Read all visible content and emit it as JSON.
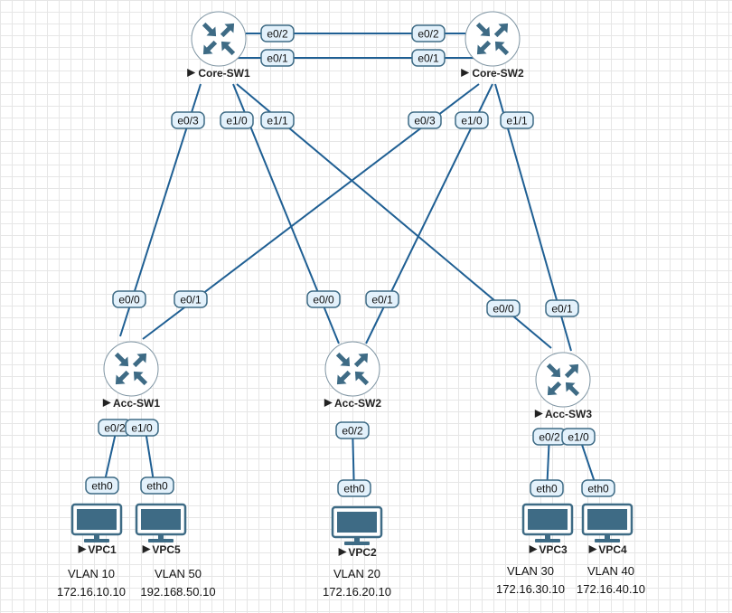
{
  "nodes": [
    {
      "name": "Core-SW1",
      "type": "router"
    },
    {
      "name": "Core-SW2",
      "type": "router"
    },
    {
      "name": "Acc-SW1",
      "type": "router"
    },
    {
      "name": "Acc-SW2",
      "type": "router"
    },
    {
      "name": "Acc-SW3",
      "type": "router"
    },
    {
      "name": "VPC1",
      "type": "pc"
    },
    {
      "name": "VPC5",
      "type": "pc"
    },
    {
      "name": "VPC2",
      "type": "pc"
    },
    {
      "name": "VPC3",
      "type": "pc"
    },
    {
      "name": "VPC4",
      "type": "pc"
    }
  ],
  "links": [
    {
      "a": "Core-SW1",
      "a_if": "e0/2",
      "b": "Core-SW2",
      "b_if": "e0/2"
    },
    {
      "a": "Core-SW1",
      "a_if": "e0/1",
      "b": "Core-SW2",
      "b_if": "e0/1"
    },
    {
      "a": "Core-SW1",
      "a_if": "e0/3",
      "b": "Acc-SW1",
      "b_if": "e0/0"
    },
    {
      "a": "Core-SW1",
      "a_if": "e1/0",
      "b": "Acc-SW2",
      "b_if": "e0/0"
    },
    {
      "a": "Core-SW1",
      "a_if": "e1/1",
      "b": "Acc-SW3",
      "b_if": "e0/0"
    },
    {
      "a": "Core-SW2",
      "a_if": "e0/3",
      "b": "Acc-SW1",
      "b_if": "e0/1"
    },
    {
      "a": "Core-SW2",
      "a_if": "e1/0",
      "b": "Acc-SW2",
      "b_if": "e0/1"
    },
    {
      "a": "Core-SW2",
      "a_if": "e1/1",
      "b": "Acc-SW3",
      "b_if": "e0/1"
    },
    {
      "a": "Acc-SW1",
      "a_if": "e0/2",
      "b": "VPC1",
      "b_if": "eth0"
    },
    {
      "a": "Acc-SW1",
      "a_if": "e1/0",
      "b": "VPC5",
      "b_if": "eth0"
    },
    {
      "a": "Acc-SW2",
      "a_if": "e0/2",
      "b": "VPC2",
      "b_if": "eth0"
    },
    {
      "a": "Acc-SW3",
      "a_if": "e0/2",
      "b": "VPC3",
      "b_if": "eth0"
    },
    {
      "a": "Acc-SW3",
      "a_if": "e1/0",
      "b": "VPC4",
      "b_if": "eth0"
    }
  ],
  "notes": [
    {
      "vlan": "VLAN 10",
      "ip": "172.16.10.10"
    },
    {
      "vlan": "VLAN 50",
      "ip": "192.168.50.10"
    },
    {
      "vlan": "VLAN 20",
      "ip": "172.16.20.10"
    },
    {
      "vlan": "VLAN 30",
      "ip": "172.16.30.10"
    },
    {
      "vlan": "VLAN 40",
      "ip": "172.16.40.10"
    }
  ],
  "colors": {
    "link": "#1f5f93",
    "icon": "#3e6b85",
    "label_bg": "#e3f1fb",
    "label_border": "#3e6b85"
  }
}
